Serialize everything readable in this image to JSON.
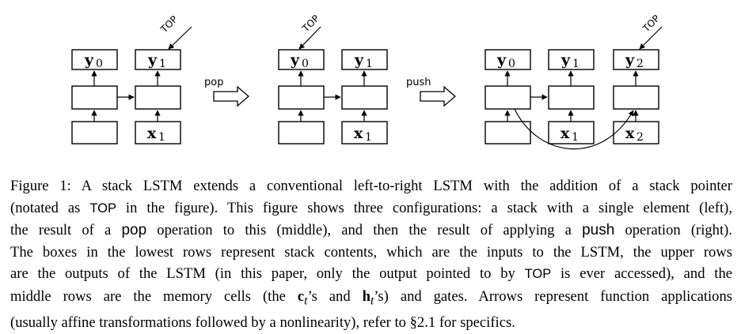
{
  "diagram": {
    "labels": {
      "y0": "y",
      "y0_sub": "0",
      "y1": "y",
      "y1_sub": "1",
      "y2": "y",
      "y2_sub": "2",
      "x1": "x",
      "x1_sub": "1",
      "x2": "x",
      "x2_sub": "2",
      "top": "TOP",
      "pop": "pop",
      "push": "push"
    }
  },
  "caption": {
    "l1": "Figure 1: A stack LSTM extends a conventional left-to-right LSTM with the addition of a stack pointer",
    "l2_a": "(notated as ",
    "l2_top": "TOP",
    "l2_b": " in the figure). This figure shows three configurations: a stack with a single element (left),",
    "l3_a": "the result of a ",
    "l3_pop": "pop",
    "l3_b": " operation to this (middle), and then the result of applying a ",
    "l3_push": "push",
    "l3_c": " operation (right).",
    "l4": "The boxes in the lowest rows represent stack contents, which are the inputs to the LSTM, the upper rows",
    "l5_a": "are the outputs of the LSTM (in this paper, only the output pointed to by ",
    "l5_top": "TOP",
    "l5_b": " is ever accessed), and the",
    "l6_a": "middle rows are the memory cells (the ",
    "l6_c": "c",
    "l6_t1": "t",
    "l6_b": "’s and ",
    "l6_h": "h",
    "l6_t2": "t",
    "l6_d": "’s) and gates. Arrows represent function applications",
    "l7": "(usually affine transformations followed by a nonlinearity), refer to §2.1 for specifics."
  }
}
